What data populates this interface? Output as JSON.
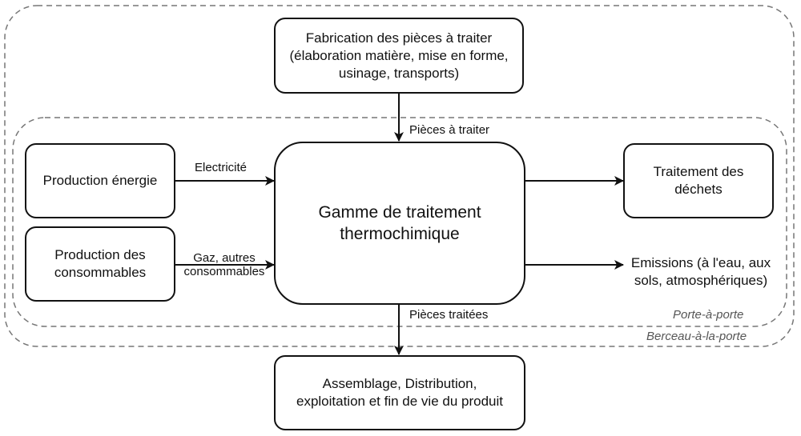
{
  "zones": {
    "outer": {
      "label": "Berceau-à-la-porte"
    },
    "inner": {
      "label": "Porte-à-porte"
    }
  },
  "nodes": {
    "fabrication": "Fabrication des pièces à traiter\n(élaboration matière, mise en forme,\nusinage, transports)",
    "energie": "Production énergie",
    "consommables": "Production des\nconsommables",
    "gamme": "Gamme de traitement\nthermochimique",
    "dechets": "Traitement des\ndéchets",
    "emissions": "Emissions (à l'eau, aux\nsols, atmosphériques)",
    "assemblage": "Assemblage, Distribution,\nexploitation et fin de vie du produit"
  },
  "edges": {
    "pieces_a_traiter": "Pièces à traiter",
    "electricite": "Electricité",
    "gaz": "Gaz, autres\nconsommables",
    "pieces_traitees": "Pièces traitées"
  },
  "colors": {
    "stroke": "#111111",
    "zone_stroke": "#777777",
    "zone_label": "#555555"
  }
}
